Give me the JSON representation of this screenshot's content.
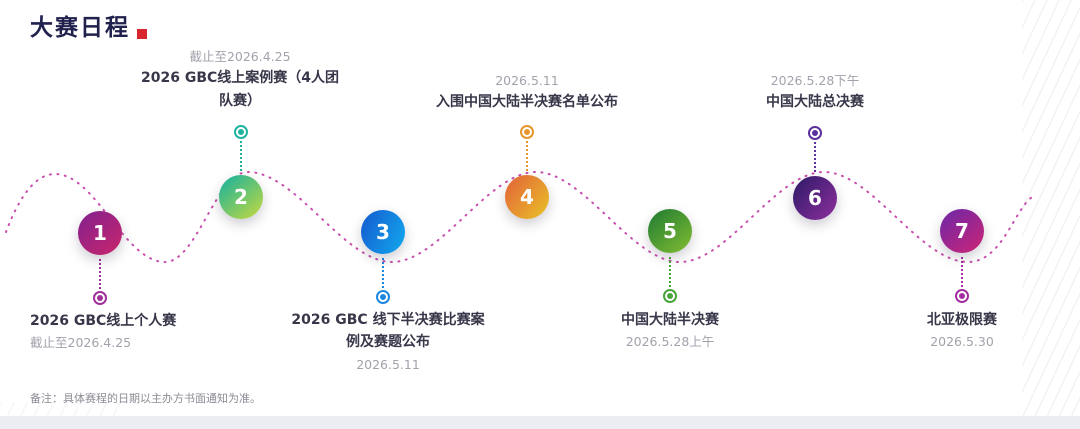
{
  "page": {
    "title": "大赛日程",
    "title_color": "#21214d",
    "accent_color": "#d7262c",
    "note": "备注：具体赛程的日期以主办方书面通知为准。",
    "background": "#ffffff"
  },
  "timeline": {
    "wave_color": "#c23aa4",
    "items": [
      {
        "number": "1",
        "side": "bottom",
        "title": "2026 GBC线上个人赛",
        "date": "截止至2026.4.25",
        "gradient": [
          "#82218f",
          "#c9256b"
        ],
        "accent": "#a0309a"
      },
      {
        "number": "2",
        "side": "top",
        "title": "2026 GBC线上案例赛（4人团队赛）",
        "date": "截止至2026.4.25",
        "gradient": [
          "#12b0a0",
          "#c8da3e"
        ],
        "accent": "#1fb3a0"
      },
      {
        "number": "3",
        "side": "bottom",
        "title": "2026 GBC 线下半决赛比赛案例及赛题公布",
        "date": "2026.5.11",
        "gradient": [
          "#1559cf",
          "#12aaee"
        ],
        "accent": "#1d87e0"
      },
      {
        "number": "4",
        "side": "top",
        "title": "入围中国大陆半决赛名单公布",
        "date": "2026.5.11",
        "gradient": [
          "#e2603a",
          "#eac327"
        ],
        "accent": "#e8962b"
      },
      {
        "number": "5",
        "side": "bottom",
        "title": "中国大陆半决赛",
        "date": "2026.5.28上午",
        "gradient": [
          "#1d7a31",
          "#83bd33"
        ],
        "accent": "#4aa43c"
      },
      {
        "number": "6",
        "side": "top",
        "title": "中国大陆总决赛",
        "date": "2026.5.28下午",
        "gradient": [
          "#2c1a66",
          "#8e2f9e"
        ],
        "accent": "#5c2f9e"
      },
      {
        "number": "7",
        "side": "bottom",
        "title": "北亚极限赛",
        "date": "2026.5.30",
        "gradient": [
          "#6a28a8",
          "#ce2476"
        ],
        "accent": "#a32fa0"
      }
    ]
  }
}
